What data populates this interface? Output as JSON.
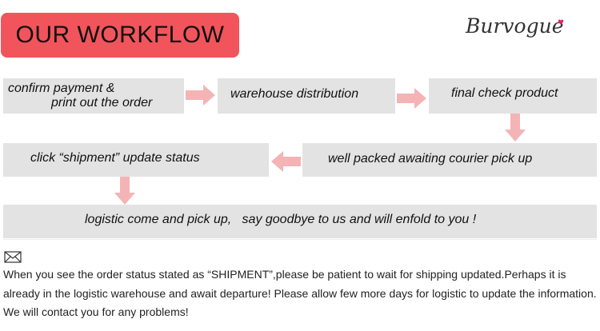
{
  "title": "OUR WORKFLOW",
  "logo": "Burvogue",
  "steps": {
    "s1_line1": "confirm payment &",
    "s1_line2": "print out the order",
    "s2": "warehouse distribution",
    "s3": "final check product",
    "s4": "well packed awaiting courier pick up",
    "s5": "click “shipment” update status",
    "s6": "logistic come and pick up,   say goodbye to us and will enfold to you !"
  },
  "note": {
    "icon": "envelope-icon",
    "line1": "When you see the order status stated as “SHIPMENT”,please be patient to wait for shipping updated.Perhaps it is",
    "line2": "already in the logistic warehouse and await departure! Please allow few more days for logistic to update the information.",
    "line3": "We will contact you for any problems!"
  },
  "colors": {
    "title_bg": "#f2545b",
    "step_bg": "#e3e3e3",
    "arrow": "#f4b4b6"
  }
}
